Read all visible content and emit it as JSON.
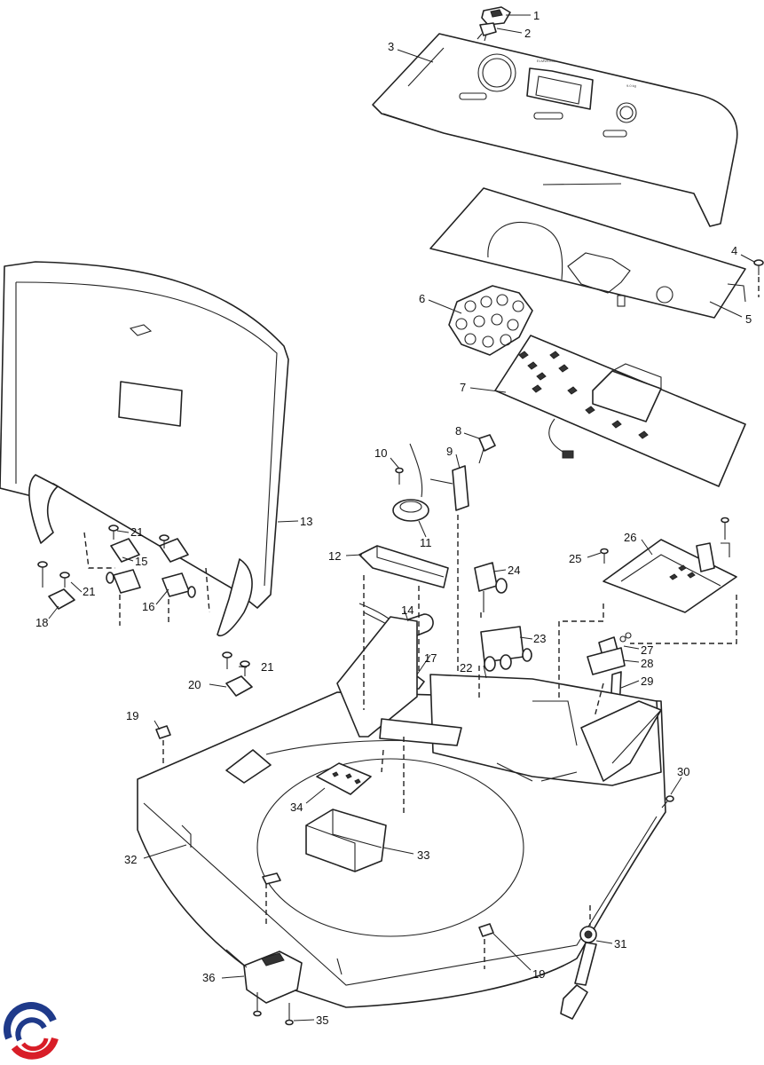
{
  "callouts": [
    {
      "id": "1",
      "label": "1"
    },
    {
      "id": "2",
      "label": "2"
    },
    {
      "id": "3",
      "label": "3"
    },
    {
      "id": "4",
      "label": "4"
    },
    {
      "id": "5",
      "label": "5"
    },
    {
      "id": "6",
      "label": "6"
    },
    {
      "id": "7",
      "label": "7"
    },
    {
      "id": "8",
      "label": "8"
    },
    {
      "id": "9",
      "label": "9"
    },
    {
      "id": "10",
      "label": "10"
    },
    {
      "id": "11",
      "label": "11"
    },
    {
      "id": "12",
      "label": "12"
    },
    {
      "id": "13",
      "label": "13"
    },
    {
      "id": "14",
      "label": "14"
    },
    {
      "id": "15",
      "label": "15"
    },
    {
      "id": "16",
      "label": "16"
    },
    {
      "id": "17",
      "label": "17"
    },
    {
      "id": "18",
      "label": "18"
    },
    {
      "id": "19a",
      "label": "19"
    },
    {
      "id": "19b",
      "label": "19"
    },
    {
      "id": "20",
      "label": "20"
    },
    {
      "id": "21a",
      "label": "21"
    },
    {
      "id": "21b",
      "label": "21"
    },
    {
      "id": "21c",
      "label": "21"
    },
    {
      "id": "22",
      "label": "22"
    },
    {
      "id": "23",
      "label": "23"
    },
    {
      "id": "24",
      "label": "24"
    },
    {
      "id": "25",
      "label": "25"
    },
    {
      "id": "26",
      "label": "26"
    },
    {
      "id": "27",
      "label": "27"
    },
    {
      "id": "28",
      "label": "28"
    },
    {
      "id": "29",
      "label": "29"
    },
    {
      "id": "30",
      "label": "30"
    },
    {
      "id": "31",
      "label": "31"
    },
    {
      "id": "32",
      "label": "32"
    },
    {
      "id": "33",
      "label": "33"
    },
    {
      "id": "34",
      "label": "34"
    },
    {
      "id": "35",
      "label": "35"
    },
    {
      "id": "36",
      "label": "36"
    }
  ],
  "logo": {
    "name": "brand-logo",
    "colors": {
      "blue": "#1f3a8a",
      "red": "#d81e28"
    }
  }
}
